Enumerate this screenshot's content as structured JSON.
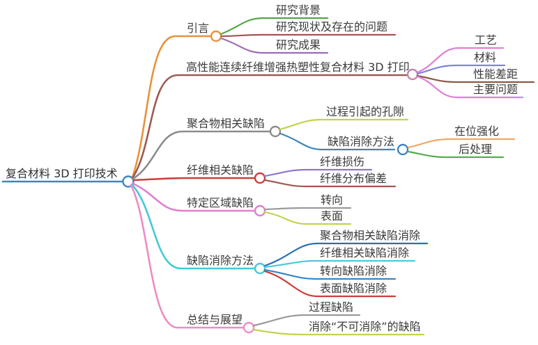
{
  "meta": {
    "background": "#ffffff",
    "text_color": "#3a3a3a"
  },
  "mindmap": {
    "root": {
      "label": "复合材料 3D 打印技术",
      "color": "#3d85c4"
    },
    "branches": [
      {
        "label": "引言",
        "color": "#e8923c",
        "children": [
          {
            "label": "研究背景",
            "color": "#55a546"
          },
          {
            "label": "研究现状及存在的问题",
            "color": "#a35552"
          },
          {
            "label": "研究成果",
            "color": "#9c6bb5"
          }
        ]
      },
      {
        "label": "高性能连续纤维增强热塑性复合材料 3D 打印",
        "color": "#9d5a50",
        "ring": "#c583ac",
        "children": [
          {
            "label": "工艺",
            "color": "#de7fd6"
          },
          {
            "label": "材料",
            "color": "#8282dc"
          },
          {
            "label": "性能差距",
            "color": "#8a5a45"
          },
          {
            "label": "主要问题",
            "color": "#de7fd6"
          }
        ]
      },
      {
        "label": "聚合物相关缺陷",
        "color": "#8c8c8c",
        "children": [
          {
            "label": "过程引起的孔隙",
            "color": "#c3d24e"
          },
          {
            "label": "缺陷消除方法",
            "color": "#3c85c0",
            "children": [
              {
                "label": "在位强化",
                "color": "#f0a865"
              },
              {
                "label": "后处理",
                "color": "#58ab50"
              }
            ]
          }
        ]
      },
      {
        "label": "纤维相关缺陷",
        "color": "#cc3f3a",
        "children": [
          {
            "label": "纤维损伤",
            "color": "#8f75d0"
          },
          {
            "label": "纤维分布偏差",
            "color": "#a35552"
          }
        ]
      },
      {
        "label": "特定区域缺陷",
        "color": "#e07fd0",
        "children": [
          {
            "label": "转向",
            "color": "#999999"
          },
          {
            "label": "表面",
            "color": "#c3d24e"
          }
        ]
      },
      {
        "label": "缺陷消除方法",
        "color": "#45c8d8",
        "children": [
          {
            "label": "聚合物相关缺陷消除",
            "color": "#2a6fb0"
          },
          {
            "label": "纤维相关缺陷消除",
            "color": "#50c8dc"
          },
          {
            "label": "转向缺陷消除",
            "color": "#3c85c0"
          },
          {
            "label": "表面缺陷消除",
            "color": "#cc3f3a"
          }
        ]
      },
      {
        "label": "总结与展望",
        "color": "#ef8bc5",
        "children": [
          {
            "label": "过程缺陷",
            "color": "#999999"
          },
          {
            "label": "消除“不可消除”的缺陷",
            "color": "#c3d24e"
          }
        ]
      }
    ]
  }
}
